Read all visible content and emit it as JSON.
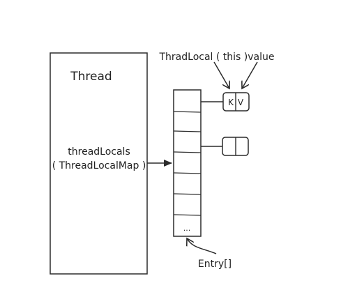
{
  "thread": {
    "title": "Thread",
    "field_name": "threadLocals",
    "field_type": "( ThreadLocalMap )"
  },
  "entry_array": {
    "ellipsis": "...",
    "label": "Entry[]"
  },
  "entry_key_value": {
    "annotation": "ThradLocal ( this )value",
    "key": "K",
    "value": "V"
  },
  "colors": {
    "stroke": "#2b2b2b",
    "text": "#222222",
    "background": "#ffffff"
  }
}
